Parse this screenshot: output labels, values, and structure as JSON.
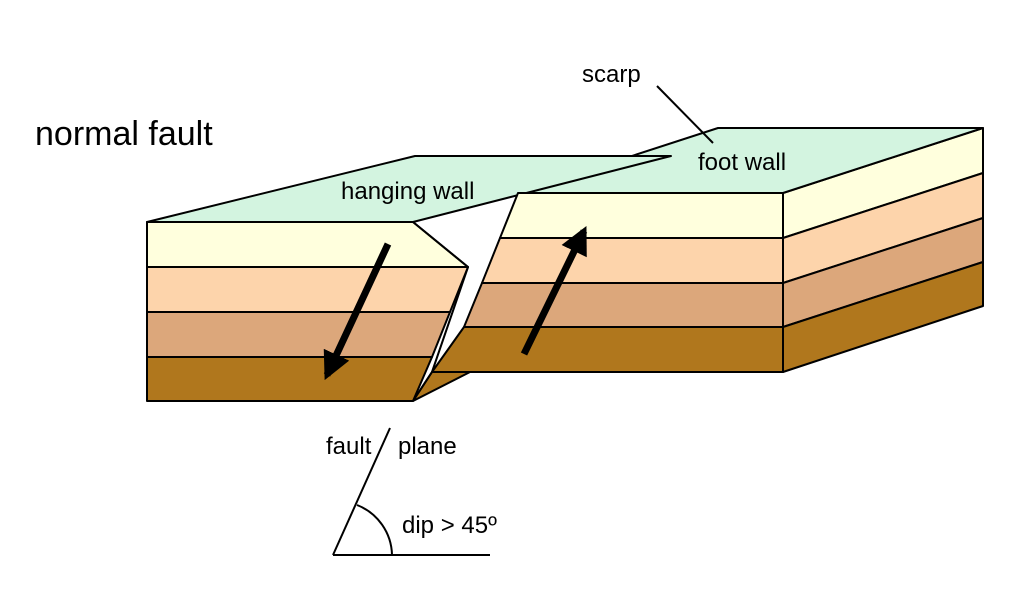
{
  "title": "normal fault",
  "labels": {
    "scarp": "scarp",
    "foot_wall": "foot wall",
    "hanging_wall": "hanging wall",
    "fault_plane_left": "fault",
    "fault_plane_right": "plane",
    "dip": "dip > 45º"
  },
  "colors": {
    "top_surface": "#d3f4e0",
    "layer_1": "#ffffdd",
    "layer_2": "#fdd4ab",
    "layer_3": "#dca77b",
    "layer_4": "#b0771d",
    "outline": "#000000"
  }
}
